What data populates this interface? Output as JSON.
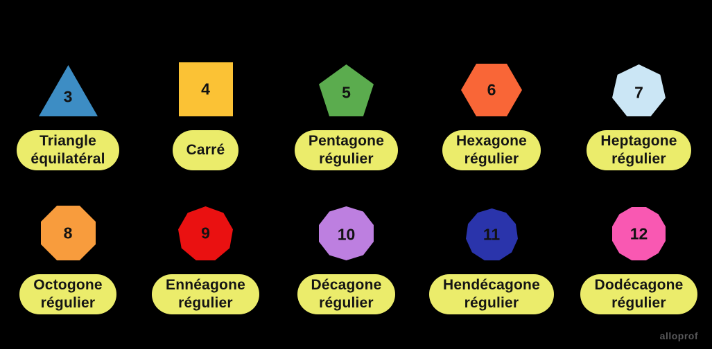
{
  "background_color": "#000000",
  "pill_color": "#EBEC6B",
  "number_color": "#121212",
  "label_color": "#141414",
  "watermark": {
    "label": "alloprof",
    "color": "#59595B"
  },
  "shapes": [
    {
      "id": "triangle",
      "sides": 3,
      "sides_label": "3",
      "name": "Triangle\néquilatéral",
      "color": "#3D8DC4",
      "orientation": "vertex-top",
      "width": 85,
      "height": 74
    },
    {
      "id": "square",
      "sides": 4,
      "sides_label": "4",
      "name": "Carré",
      "color": "#FBC235",
      "orientation": "edge-top",
      "width": 78,
      "height": 78
    },
    {
      "id": "pentagon",
      "sides": 5,
      "sides_label": "5",
      "name": "Pentagone\nrégulier",
      "color": "#5BAC4E",
      "orientation": "vertex-top",
      "width": 79,
      "height": 75
    },
    {
      "id": "hexagon",
      "sides": 6,
      "sides_label": "6",
      "name": "Hexagone\nrégulier",
      "color": "#F96637",
      "orientation": "vertex-side",
      "width": 88,
      "height": 76
    },
    {
      "id": "heptagon",
      "sides": 7,
      "sides_label": "7",
      "name": "Heptagone\nrégulier",
      "color": "#CBE6F5",
      "orientation": "vertex-top",
      "width": 77,
      "height": 75
    },
    {
      "id": "octagon",
      "sides": 8,
      "sides_label": "8",
      "name": "Octogone\nrégulier",
      "color": "#F89C3D",
      "orientation": "edge-top",
      "width": 79,
      "height": 79
    },
    {
      "id": "enneagon",
      "sides": 9,
      "sides_label": "9",
      "name": "Ennéagone\nrégulier",
      "color": "#EA1111",
      "orientation": "vertex-top",
      "width": 79,
      "height": 78
    },
    {
      "id": "decagon",
      "sides": 10,
      "sides_label": "10",
      "name": "Décagone\nrégulier",
      "color": "#BD7FE0",
      "orientation": "vertex-top",
      "width": 79,
      "height": 78
    },
    {
      "id": "hendecagon",
      "sides": 11,
      "sides_label": "11",
      "name": "Hendécagone\nrégulier",
      "color": "#2A34AB",
      "orientation": "vertex-top",
      "width": 75,
      "height": 75
    },
    {
      "id": "dodecagon",
      "sides": 12,
      "sides_label": "12",
      "name": "Dodécagone\nrégulier",
      "color": "#F958B2",
      "orientation": "edge-top",
      "width": 77,
      "height": 77
    }
  ]
}
